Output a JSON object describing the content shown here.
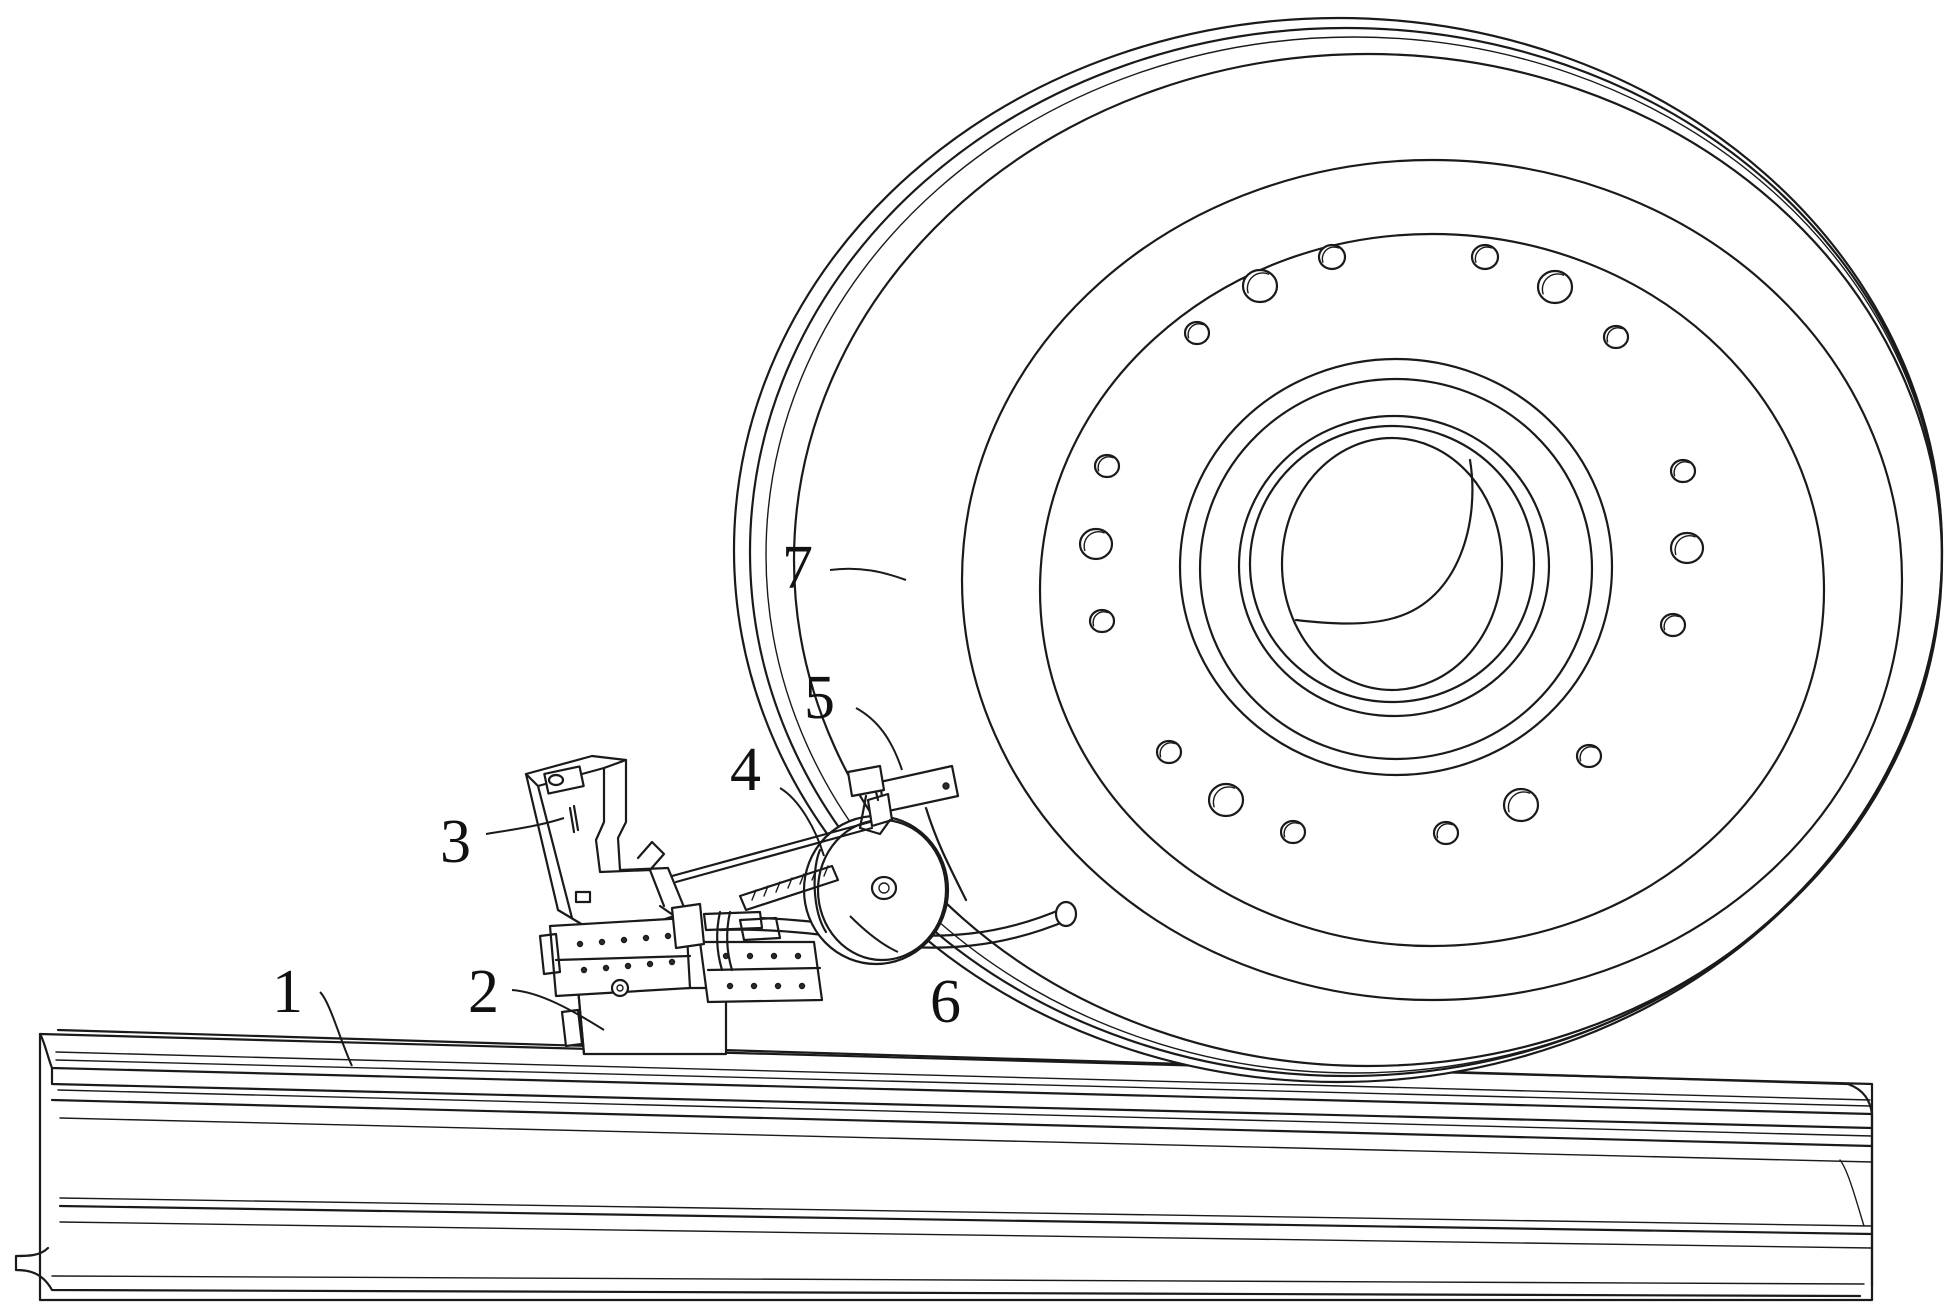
{
  "figure": {
    "callouts": [
      {
        "id": "rail",
        "label": "1"
      },
      {
        "id": "base",
        "label": "2"
      },
      {
        "id": "arm",
        "label": "3"
      },
      {
        "id": "rod",
        "label": "4"
      },
      {
        "id": "clamp",
        "label": "5"
      },
      {
        "id": "roller",
        "label": "6"
      },
      {
        "id": "wheel",
        "label": "7"
      }
    ]
  },
  "colors": {
    "line": "#1a1a1a",
    "background": "#ffffff"
  }
}
